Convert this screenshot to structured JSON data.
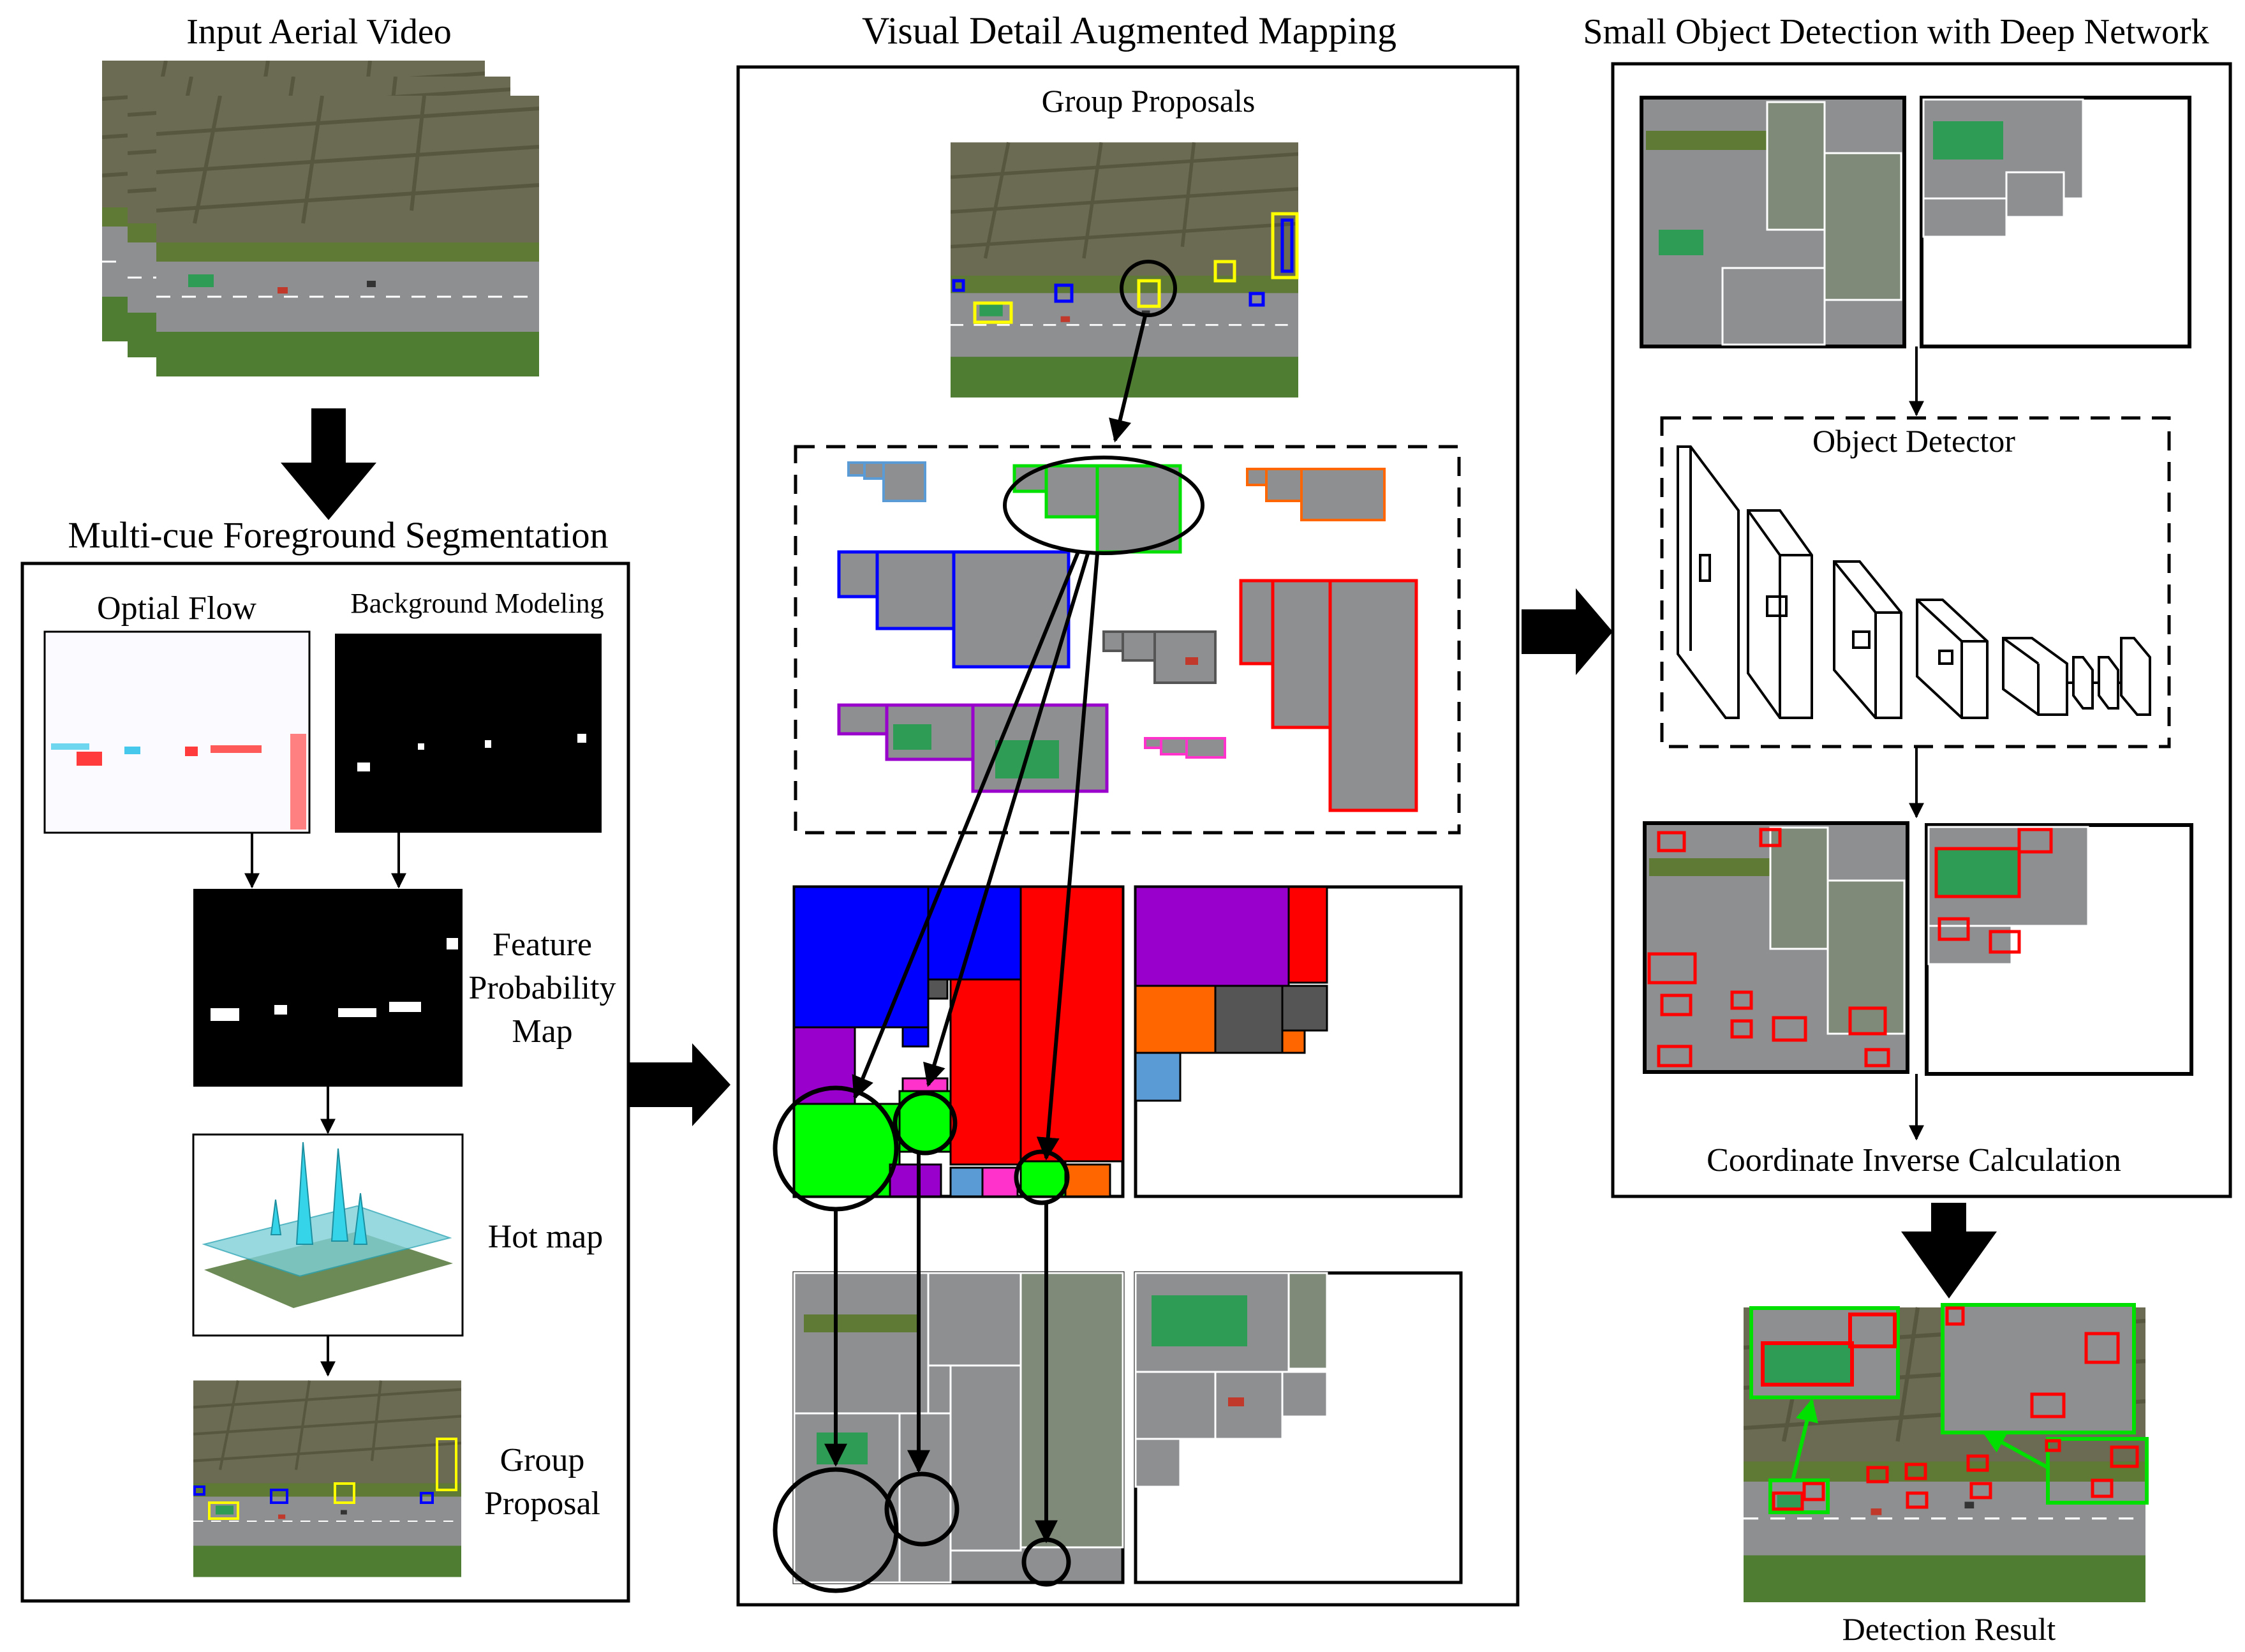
{
  "column_titles": {
    "input": "Input Aerial Video",
    "mapping": "Visual Detail Augmented Mapping",
    "detection": "Small Object Detection with Deep Network"
  },
  "segmentation": {
    "title": "Multi-cue Foreground Segmentation",
    "optical_flow": "Optial Flow",
    "background_modeling": "Background Modeling",
    "feature_map": [
      "Feature",
      "Probability",
      "Map"
    ],
    "hot_map": "Hot map",
    "group_proposal": [
      "Group",
      "Proposal"
    ]
  },
  "mapping": {
    "group_proposals": "Group Proposals"
  },
  "detection": {
    "object_detector": "Object Detector",
    "coordinate_inverse": "Coordinate Inverse Calculation",
    "result": "Detection Result"
  },
  "colors": {
    "blue": "#0000ff",
    "purple": "#9900cc",
    "red": "#ff0000",
    "green": "#00ff00",
    "magenta": "#ff33cc",
    "orange": "#ff6600",
    "gray": "#555555",
    "lightblue": "#5b9bd5",
    "yellow": "#ffff00",
    "road": "#8d8f91",
    "field": "#6b6a52",
    "vegetation": "#4f7d32",
    "cyan": "#33d6e6"
  }
}
